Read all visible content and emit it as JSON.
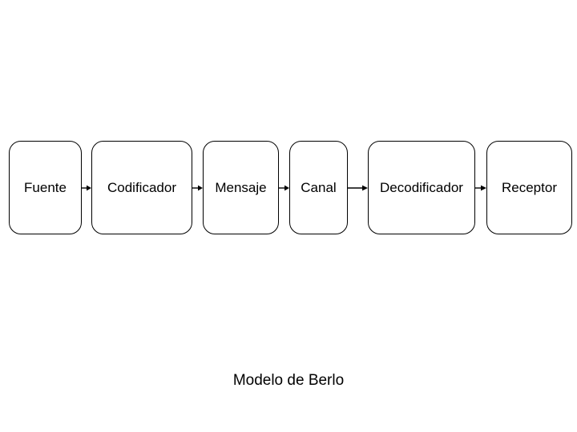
{
  "diagram": {
    "caption": "Modelo de Berlo",
    "stroke_color": "#000000",
    "fill_color": "#ffffff",
    "background": "#ffffff",
    "nodes": [
      {
        "label": "Fuente"
      },
      {
        "label": "Codificador"
      },
      {
        "label": "Mensaje"
      },
      {
        "label": "Canal"
      },
      {
        "label": "Decodificador"
      },
      {
        "label": "Receptor"
      }
    ],
    "connectors": [
      {
        "from": "Fuente",
        "to": "Codificador",
        "kind": "arrow-right"
      },
      {
        "from": "Codificador",
        "to": "Mensaje",
        "kind": "arrow-right"
      },
      {
        "from": "Mensaje",
        "to": "Canal",
        "kind": "arrow-right"
      },
      {
        "from": "Canal",
        "to": "Decodificador",
        "kind": "arrow-right"
      },
      {
        "from": "Decodificador",
        "to": "Receptor",
        "kind": "arrow-right"
      }
    ]
  }
}
